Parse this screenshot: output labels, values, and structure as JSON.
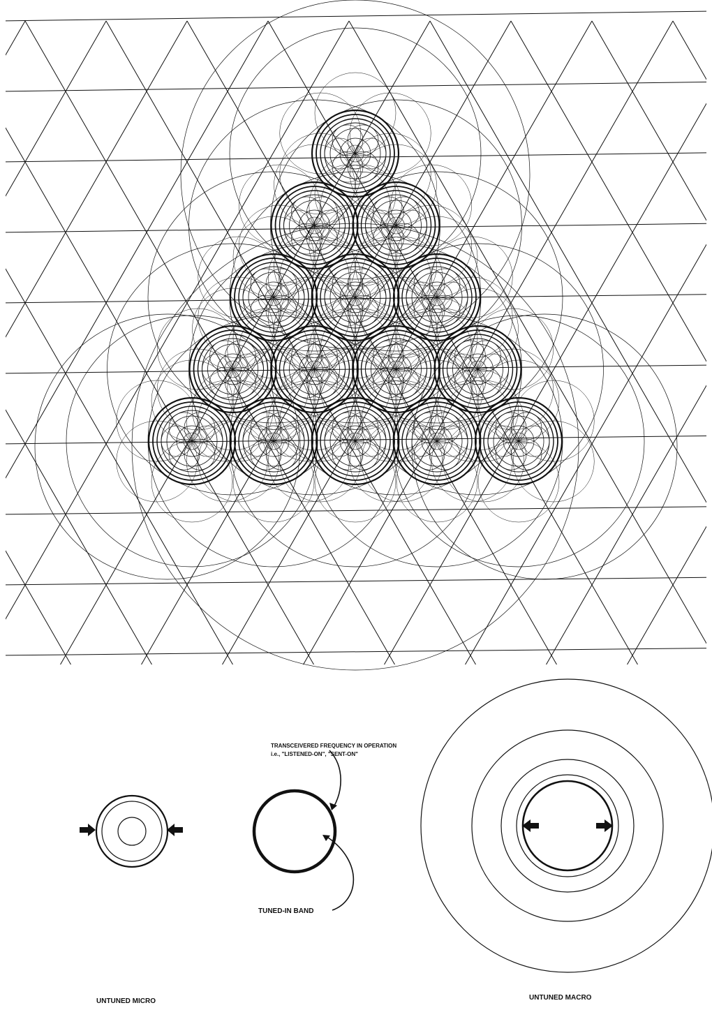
{
  "colors": {
    "ink": "#111111",
    "paper": "#ffffff"
  },
  "labels": {
    "operation_line1": "TRANSCEIVERED FREQUENCY IN OPERATION",
    "operation_line2": "i.e., \"LISTENED-ON\", \"SENT-ON\"",
    "tuned_in_band": "TUNED-IN BAND",
    "untuned_micro": "UNTUNED MICRO",
    "untuned_macro": "UNTUNED MACRO"
  }
}
